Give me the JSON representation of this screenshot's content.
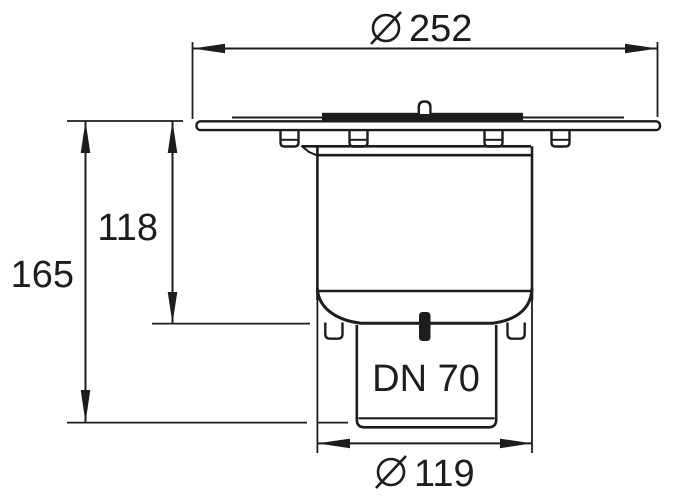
{
  "colors": {
    "line": "#1d1d1d",
    "background": "#ffffff"
  },
  "labels": {
    "top_diameter": {
      "symbol": "⌀",
      "value": "252"
    },
    "overall_height": {
      "value": "165"
    },
    "inner_height": {
      "value": "118"
    },
    "outlet": {
      "value": "DN 70"
    },
    "bottom_diameter": {
      "symbol": "⌀",
      "value": "119"
    }
  }
}
